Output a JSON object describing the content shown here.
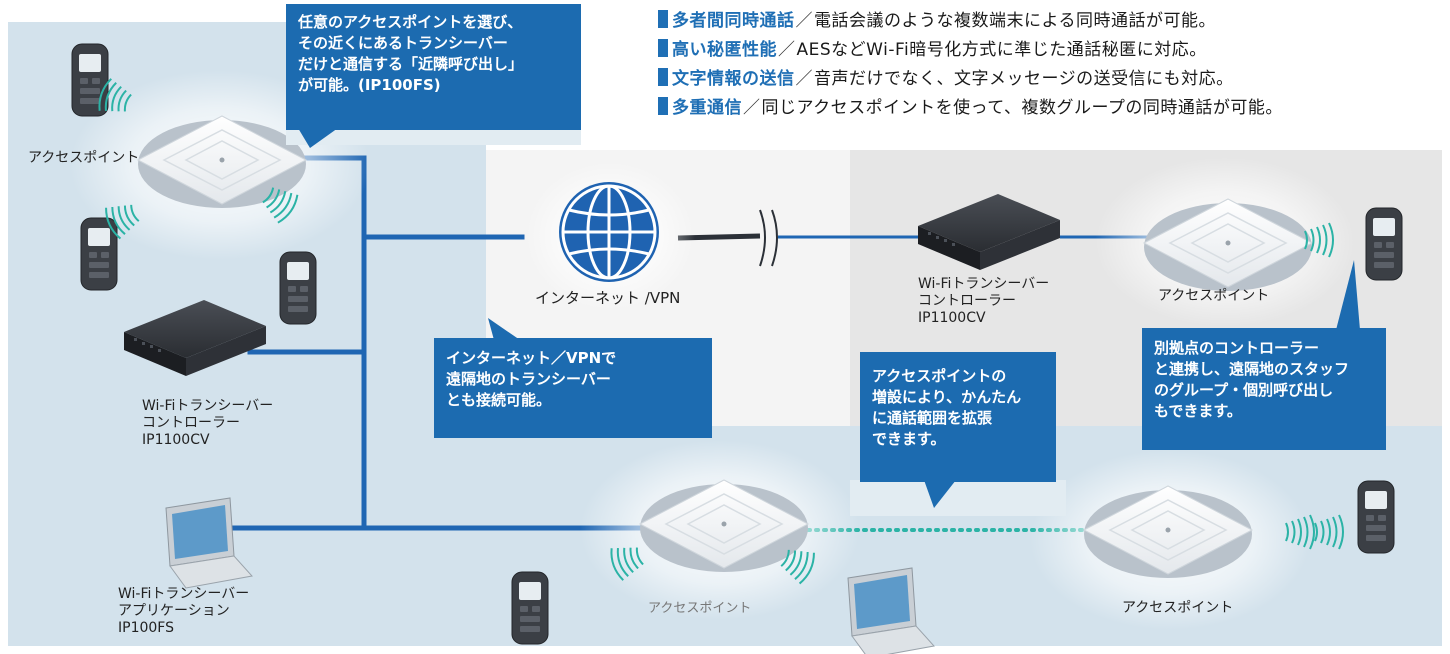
{
  "features": [
    {
      "title": "多者間同時通話",
      "sep": "／",
      "desc": "電話会議のような複数端末による同時通話が可能。"
    },
    {
      "title": "高い秘匿性能",
      "sep": "／",
      "desc": "AESなどWi-Fi暗号化方式に準じた通話秘匿に対応。"
    },
    {
      "title": "文字情報の送信",
      "sep": "／",
      "desc": "音声だけでなく、文字メッセージの送受信にも対応。"
    },
    {
      "title": "多重通信",
      "sep": "／",
      "desc": "同じアクセスポイントを使って、複数グループの同時通話が可能。"
    }
  ],
  "callouts": {
    "nearby": [
      "任意のアクセスポイントを選び、",
      "その近くにあるトランシーバー",
      "だけと通信する「近隣呼び出し」",
      "が可能。(IP100FS)"
    ],
    "internet": [
      "インターネット／VPNで",
      "遠隔地のトランシーバー",
      "とも接続可能。"
    ],
    "expand": [
      "アクセスポイントの",
      "増設により、かんたん",
      "に通話範囲を拡張",
      "できます。"
    ],
    "remote": [
      "別拠点のコントローラー",
      "と連携し、遠隔地のスタッフ",
      "のグループ・個別呼び出し",
      "もできます。"
    ]
  },
  "labels": {
    "ap_left": "アクセスポイント",
    "ap_right": "アクセスポイント",
    "ap_bottom_mid": "アクセスポイント",
    "ap_bottom_right": "アクセスポイント",
    "internet": "インターネット /VPN",
    "controller_left": [
      "Wi-Fiトランシーバー",
      "コントローラー",
      "IP1100CV"
    ],
    "controller_right": [
      "Wi-Fiトランシーバー",
      "コントローラー",
      "IP1100CV"
    ],
    "app": [
      "Wi-Fiトランシーバー",
      "アプリケーション",
      "IP100FS"
    ]
  },
  "icons": {
    "globe": "globe-icon",
    "access_point": "access-point-icon",
    "controller": "controller-box-icon",
    "transceiver": "transceiver-icon",
    "laptop": "laptop-icon",
    "wave": "radio-wave-icon"
  },
  "colors": {
    "accent": "#1f6fb5",
    "callout": "#1c6bb0",
    "zone_blue": "#d3e2ec",
    "zone_grey": "#e6e6e6",
    "line": "#1f66b3",
    "wave": "#2bb3a6"
  }
}
